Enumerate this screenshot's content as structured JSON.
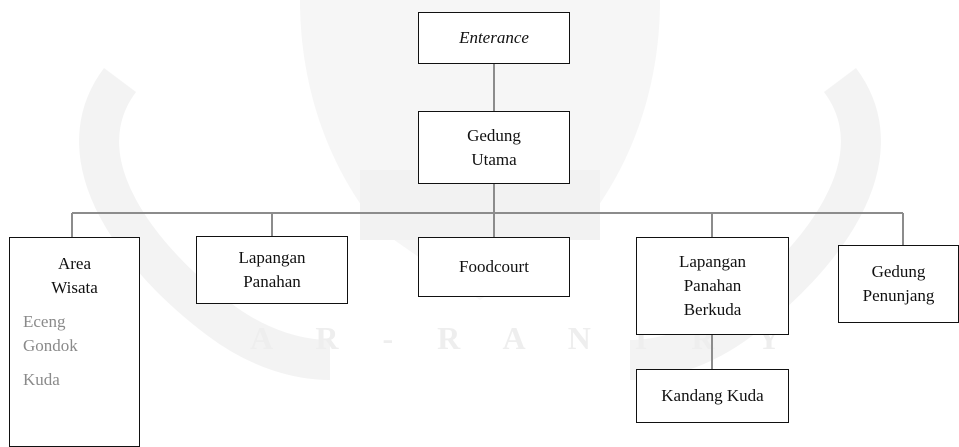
{
  "nodes": {
    "entrance": "Enterance",
    "gedung_utama": [
      "Gedung",
      "Utama"
    ],
    "area_wisata": [
      "Area",
      "Wisata"
    ],
    "area_wisata_items": [
      "Eceng",
      "Gondok",
      "Kuda"
    ],
    "lapangan_panahan": [
      "Lapangan",
      "Panahan"
    ],
    "foodcourt": "Foodcourt",
    "lapangan_panahan_berkuda": [
      "Lapangan",
      "Panahan",
      "Berkuda"
    ],
    "gedung_penunjang": [
      "Gedung",
      "Penunjang"
    ],
    "kandang_kuda": "Kandang Kuda"
  },
  "watermark": {
    "text": "A R - R A N I R Y",
    "color": "#f1f1f1"
  },
  "colors": {
    "box_border": "#111111",
    "connector": "#8c8c8c",
    "muted_text": "#8a8a8a"
  }
}
